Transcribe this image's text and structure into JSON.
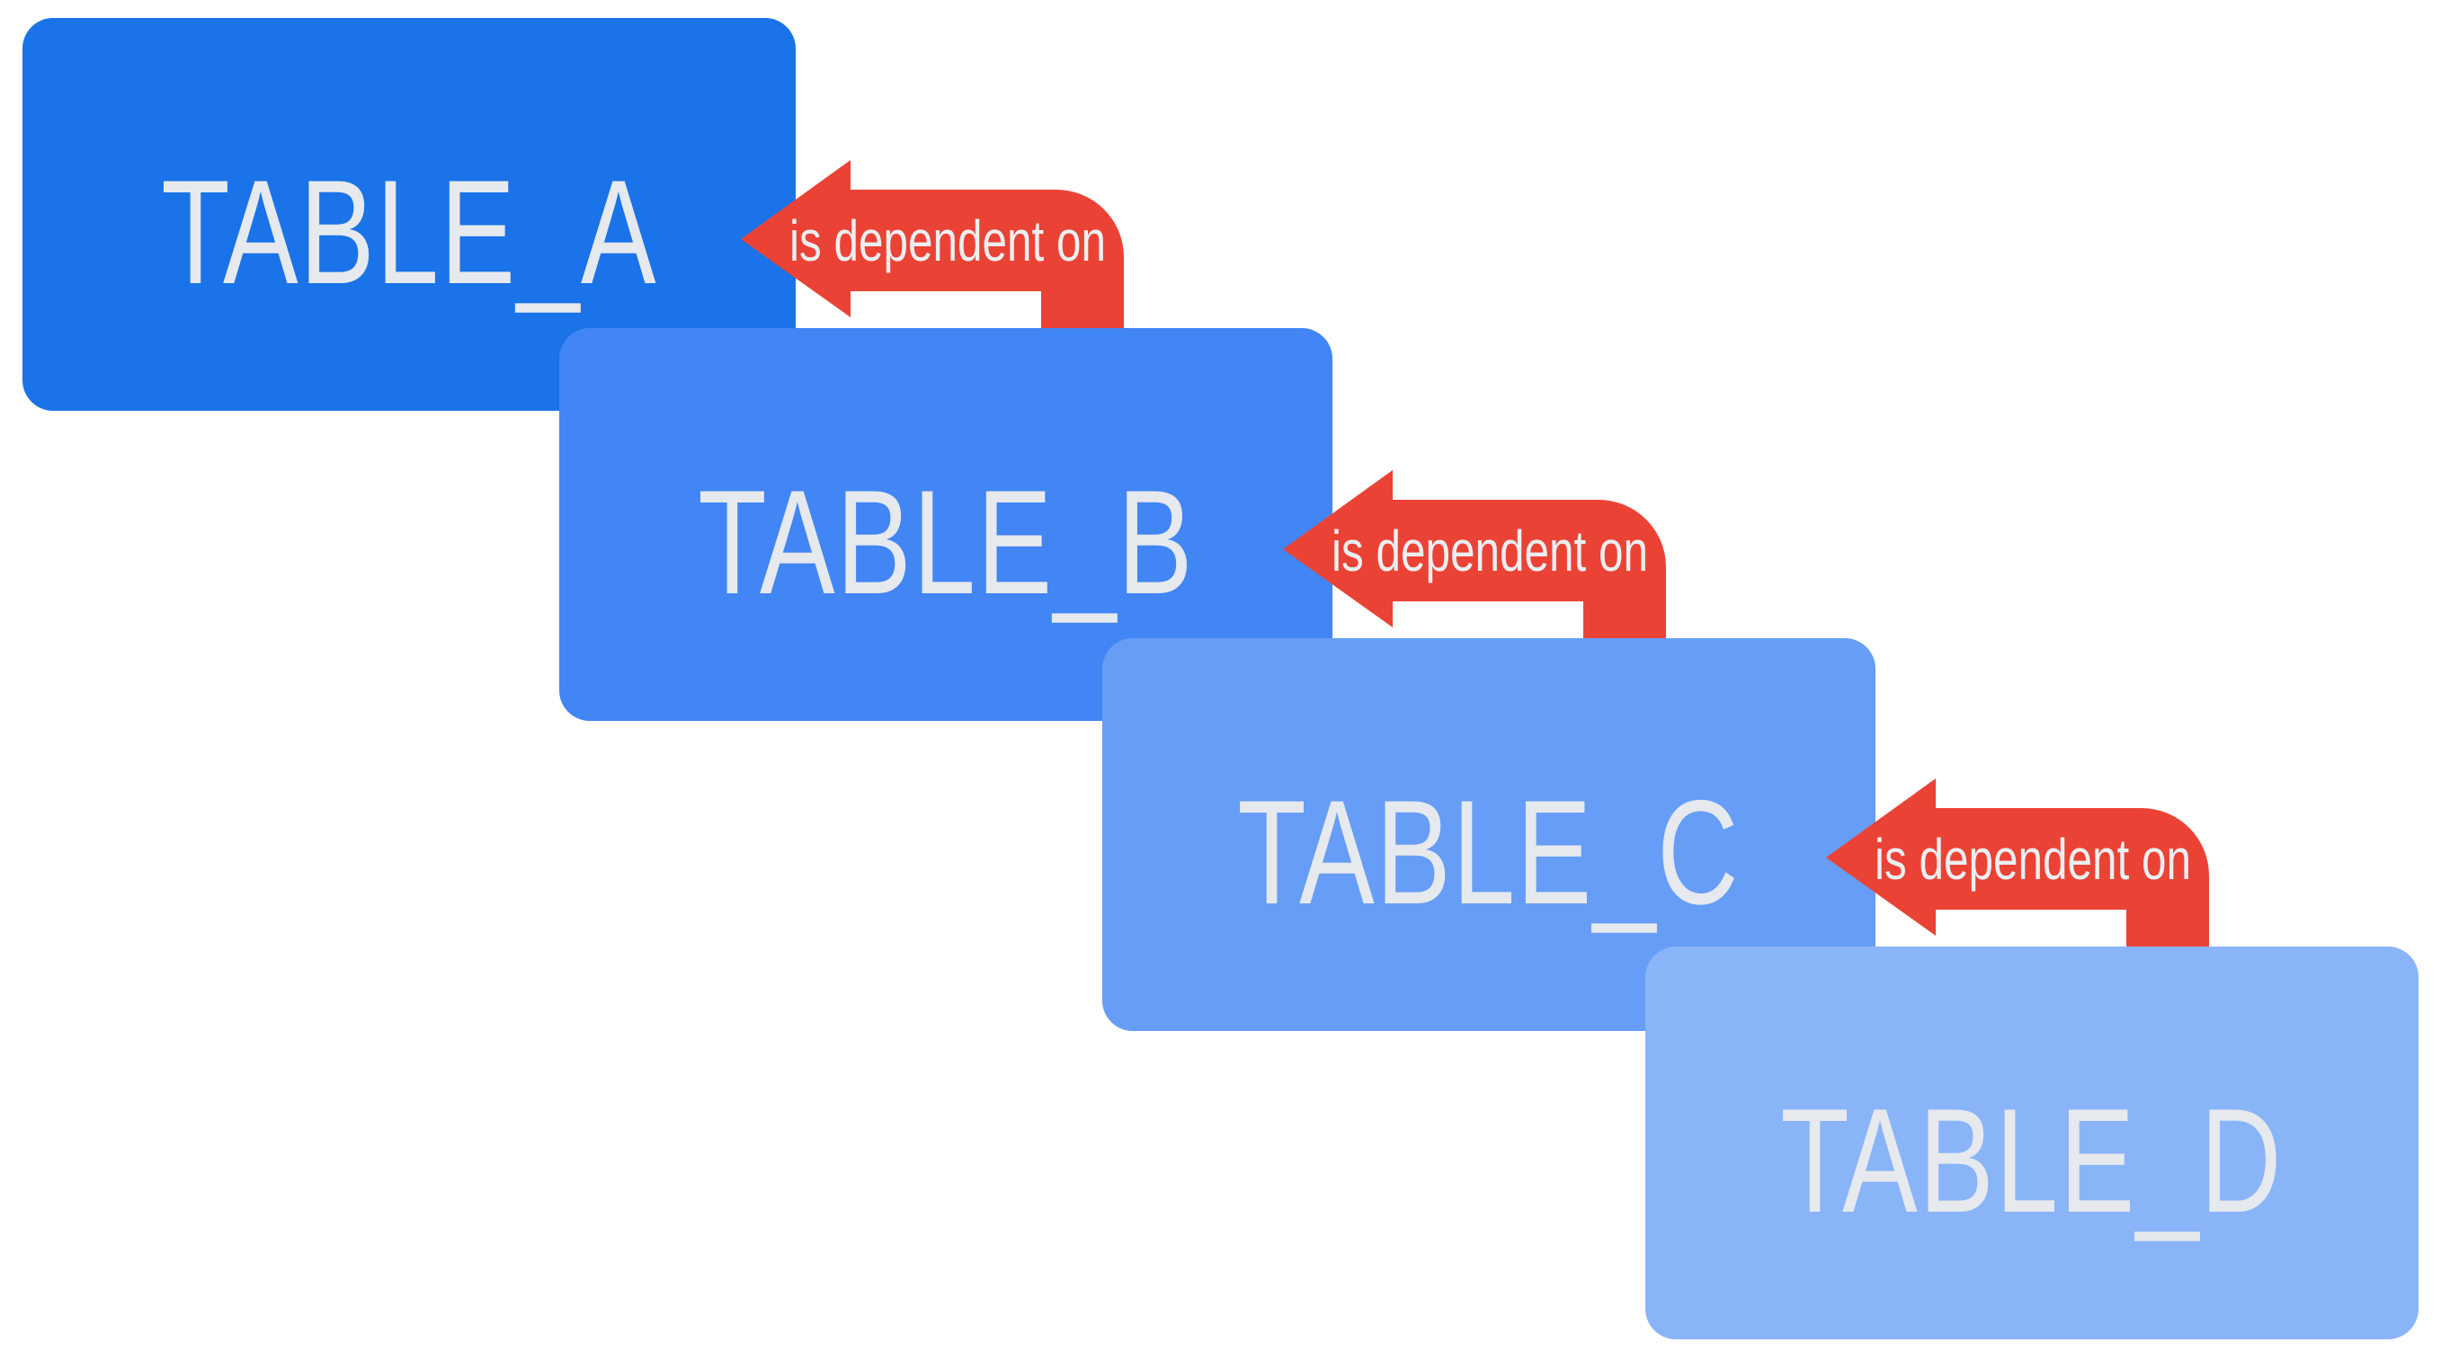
{
  "diagram": {
    "background_color": "#FFFFFF",
    "label_color": "#E6E9ED",
    "arrow_color": "#EA4335",
    "arrow_text_color": "#ECEFF1",
    "tables": [
      {
        "name": "TABLE_A",
        "color": "#1A73E8"
      },
      {
        "name": "TABLE_B",
        "color": "#4285F4"
      },
      {
        "name": "TABLE_C",
        "color": "#669DF6"
      },
      {
        "name": "TABLE_D",
        "color": "#8AB4F8"
      }
    ],
    "arrows": [
      {
        "label": "is dependent on",
        "from": "TABLE_B",
        "to": "TABLE_A"
      },
      {
        "label": "is dependent on",
        "from": "TABLE_C",
        "to": "TABLE_B"
      },
      {
        "label": "is dependent on",
        "from": "TABLE_D",
        "to": "TABLE_C"
      }
    ]
  }
}
